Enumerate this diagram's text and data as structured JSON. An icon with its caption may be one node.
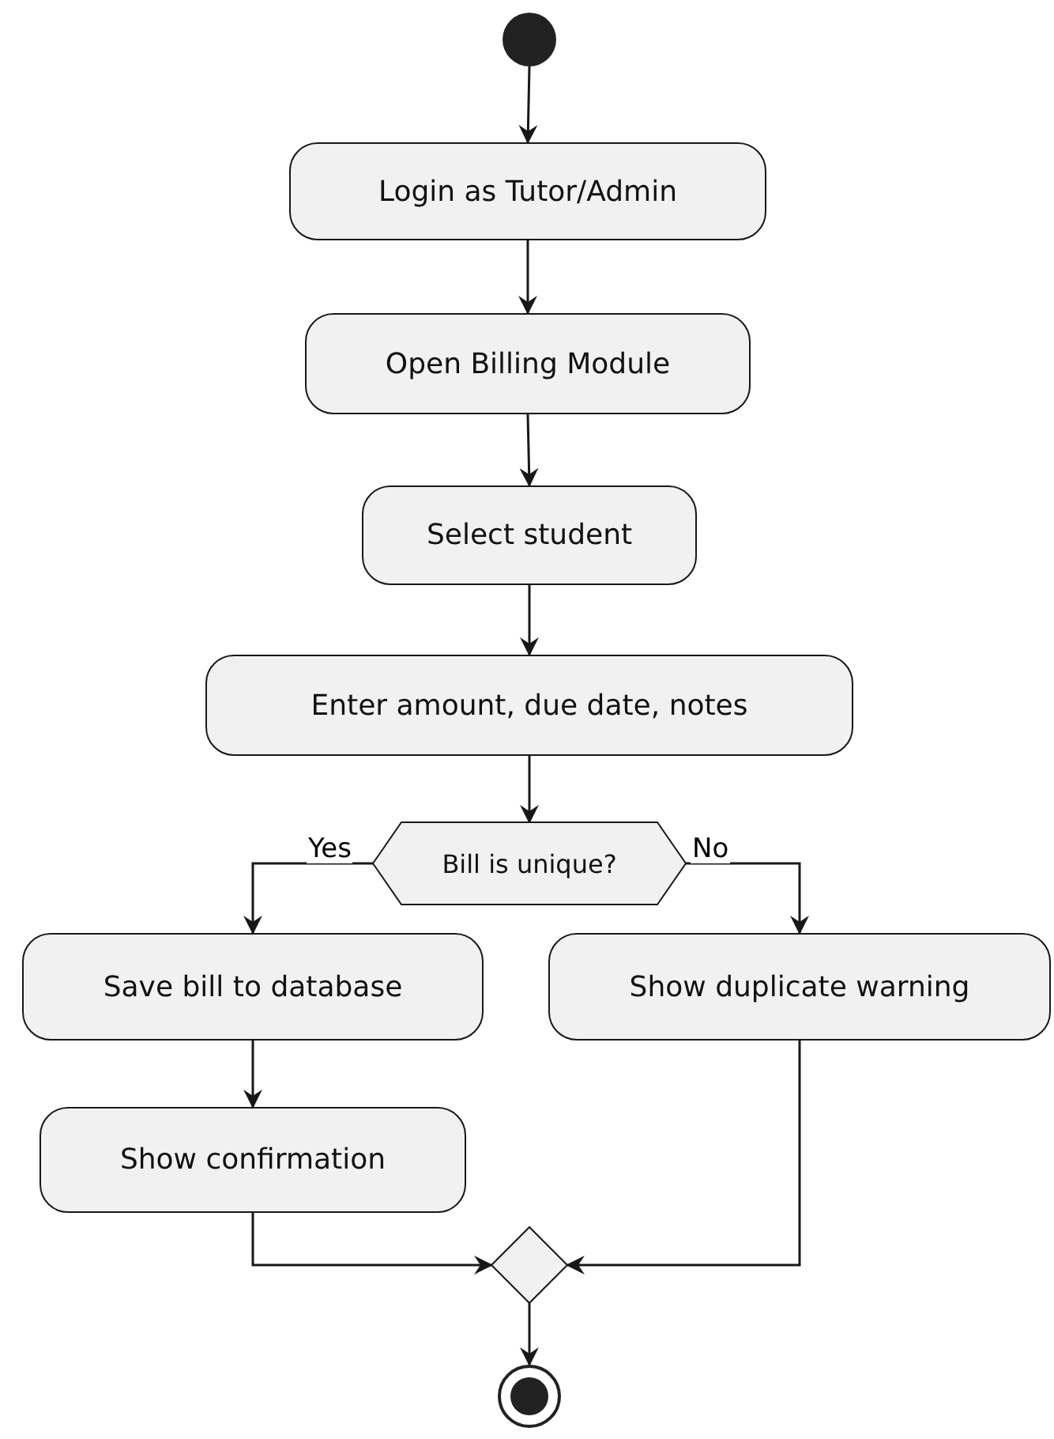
{
  "diagram": {
    "nodes": [
      {
        "text": [],
        "shape": "circle"
      },
      {
        "text": [
          "Login as Tutor/Admin"
        ]
      },
      {
        "text": [
          "Open Billing Module"
        ]
      },
      {
        "text": [
          "Select student"
        ]
      },
      {
        "text": [
          "Enter amount, due date, notes"
        ]
      },
      {
        "text": [
          "Bill is unique?"
        ]
      },
      {
        "text": [
          "Save bill to database"
        ]
      },
      {
        "text": [
          "Show duplicate warning"
        ]
      },
      {
        "text": [
          "Show confirmation"
        ]
      },
      {
        "text": [],
        "shape": "diamond"
      },
      {
        "text": [],
        "shape": "circle"
      }
    ],
    "edges": [
      {
        "from": 0,
        "to": 1,
        "arrow": "to"
      },
      {
        "from": 1,
        "to": 2,
        "arrow": "to"
      },
      {
        "from": 2,
        "to": 3,
        "arrow": "to"
      },
      {
        "from": 3,
        "to": 4,
        "arrow": "to"
      },
      {
        "from": 4,
        "to": 5,
        "arrow": "to"
      },
      {
        "from": 5,
        "to": 6,
        "label": "Yes",
        "arrow": "to"
      },
      {
        "from": 5,
        "to": 7,
        "label": "No",
        "arrow": "to"
      },
      {
        "from": 6,
        "to": 8,
        "arrow": "to"
      },
      {
        "from": 8,
        "to": 9,
        "arrow": "to"
      },
      {
        "from": 7,
        "to": 9,
        "arrow": "to"
      },
      {
        "from": 9,
        "to": 10,
        "arrow": "to"
      }
    ]
  }
}
